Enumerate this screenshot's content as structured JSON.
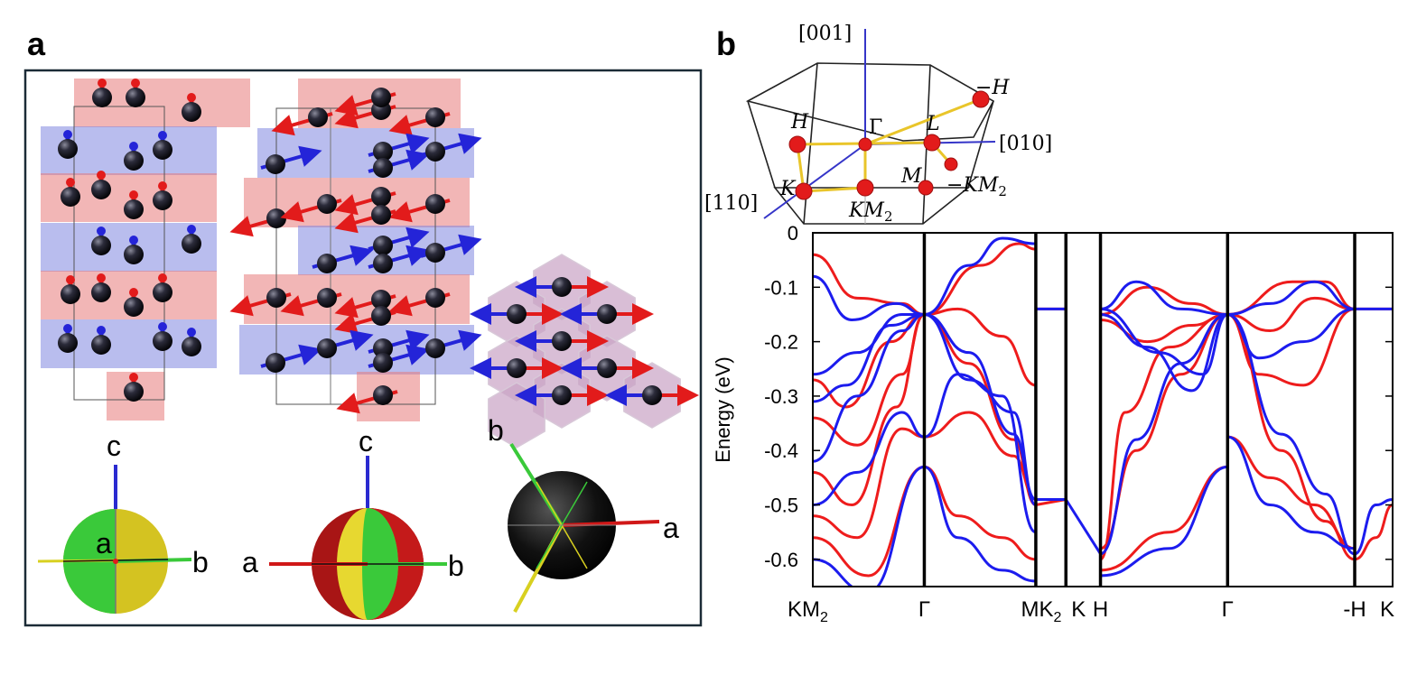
{
  "panel_a": {
    "letter": "a",
    "axes": {
      "sphere1": {
        "c": "c",
        "a": "a",
        "b": "b"
      },
      "sphere2": {
        "c": "c",
        "a": "a",
        "b": "b"
      },
      "sphere3": {
        "b": "b",
        "a": "a"
      }
    },
    "colors": {
      "up_layer": "#e87a7a",
      "down_layer": "#7f86e0",
      "frame": "#1b2b36"
    }
  },
  "panel_b": {
    "letter": "b",
    "bz_labels": {
      "dir001": "[001]",
      "dir010": "[010]",
      "dir110": "[110]",
      "H": "H",
      "minusH": "−H",
      "Gamma": "Γ",
      "L": "L",
      "M": "M",
      "K": "K",
      "KM2": "KM",
      "KM2_sub": "2",
      "minusKM2": "−KM",
      "minusKM2_sub": "2"
    }
  },
  "chart_data": {
    "type": "line",
    "ylabel": "Energy (eV)",
    "ylim": [
      -0.65,
      0
    ],
    "yticks": [
      "0",
      "-0.1",
      "-0.2",
      "-0.3",
      "-0.4",
      "-0.5",
      "-0.6"
    ],
    "ytick_values": [
      0,
      -0.1,
      -0.2,
      -0.3,
      -0.4,
      -0.5,
      -0.6
    ],
    "xticks": [
      {
        "label": "KM",
        "sub": "2",
        "pos": 0
      },
      {
        "label": "Γ",
        "sub": "",
        "pos": 1
      },
      {
        "label": "MK",
        "sub": "2",
        "pos": 2
      },
      {
        "label": "K",
        "sub": "",
        "pos": 2.27
      },
      {
        "label": "H",
        "sub": "",
        "pos": 2.58
      },
      {
        "label": "Γ",
        "sub": "",
        "pos": 3.72
      },
      {
        "label": "-H",
        "sub": "",
        "pos": 4.86
      },
      {
        "label": "K",
        "sub": "",
        "pos": 5.2
      }
    ],
    "segment_boundaries": [
      1,
      2,
      2.27,
      2.58,
      3.72,
      4.86
    ],
    "xlim": [
      0,
      5.2
    ],
    "series": [
      {
        "color": "#ee1c1c",
        "bands": [
          [
            [
              0,
              -0.27
            ],
            [
              0.3,
              -0.32
            ],
            [
              0.7,
              -0.2
            ],
            [
              1,
              -0.15
            ]
          ],
          [
            [
              0,
              -0.34
            ],
            [
              0.4,
              -0.39
            ],
            [
              0.8,
              -0.26
            ],
            [
              1,
              -0.15
            ]
          ],
          [
            [
              0,
              -0.44
            ],
            [
              0.35,
              -0.5
            ],
            [
              0.75,
              -0.32
            ],
            [
              1,
              -0.15
            ]
          ],
          [
            [
              0,
              -0.52
            ],
            [
              0.4,
              -0.56
            ],
            [
              0.8,
              -0.36
            ],
            [
              1,
              -0.375
            ]
          ],
          [
            [
              0,
              -0.56
            ],
            [
              0.5,
              -0.63
            ],
            [
              1,
              -0.43
            ]
          ],
          [
            [
              0,
              -0.04
            ],
            [
              0.4,
              -0.12
            ],
            [
              0.8,
              -0.13
            ],
            [
              1,
              -0.15
            ]
          ],
          [
            [
              1,
              -0.15
            ],
            [
              1.3,
              -0.14
            ],
            [
              1.7,
              -0.19
            ],
            [
              2,
              -0.28
            ]
          ],
          [
            [
              1,
              -0.15
            ],
            [
              1.4,
              -0.24
            ],
            [
              1.8,
              -0.38
            ],
            [
              2,
              -0.5
            ]
          ],
          [
            [
              1,
              -0.375
            ],
            [
              1.4,
              -0.33
            ],
            [
              1.8,
              -0.41
            ],
            [
              2,
              -0.49
            ]
          ],
          [
            [
              1,
              -0.15
            ],
            [
              1.5,
              -0.06
            ],
            [
              1.85,
              -0.02
            ],
            [
              2,
              -0.03
            ]
          ],
          [
            [
              1,
              -0.43
            ],
            [
              1.3,
              -0.52
            ],
            [
              1.7,
              -0.56
            ],
            [
              2,
              -0.6
            ]
          ],
          [
            [
              2,
              -0.5
            ],
            [
              2.27,
              -0.49
            ]
          ],
          [
            [
              2,
              -0.14
            ],
            [
              2.27,
              -0.14
            ]
          ],
          [
            [
              2.58,
              -0.6
            ],
            [
              2.8,
              -0.33
            ],
            [
              3.2,
              -0.21
            ],
            [
              3.72,
              -0.15
            ]
          ],
          [
            [
              2.58,
              -0.58
            ],
            [
              2.9,
              -0.4
            ],
            [
              3.3,
              -0.26
            ],
            [
              3.72,
              -0.15
            ]
          ],
          [
            [
              2.58,
              -0.16
            ],
            [
              3,
              -0.2
            ],
            [
              3.4,
              -0.17
            ],
            [
              3.72,
              -0.15
            ]
          ],
          [
            [
              2.58,
              -0.15
            ],
            [
              3,
              -0.1
            ],
            [
              3.4,
              -0.13
            ],
            [
              3.72,
              -0.15
            ]
          ],
          [
            [
              2.58,
              -0.62
            ],
            [
              3.2,
              -0.55
            ],
            [
              3.72,
              -0.43
            ]
          ],
          [
            [
              3.72,
              -0.15
            ],
            [
              4.1,
              -0.18
            ],
            [
              4.5,
              -0.12
            ],
            [
              4.86,
              -0.14
            ]
          ],
          [
            [
              3.72,
              -0.15
            ],
            [
              4.0,
              -0.26
            ],
            [
              4.4,
              -0.28
            ],
            [
              4.86,
              -0.14
            ]
          ],
          [
            [
              3.72,
              -0.15
            ],
            [
              4.3,
              -0.09
            ],
            [
              4.6,
              -0.09
            ],
            [
              4.86,
              -0.14
            ]
          ],
          [
            [
              3.72,
              -0.375
            ],
            [
              4.1,
              -0.45
            ],
            [
              4.5,
              -0.5
            ],
            [
              4.86,
              -0.58
            ]
          ],
          [
            [
              3.72,
              -0.15
            ],
            [
              4.2,
              -0.4
            ],
            [
              4.6,
              -0.53
            ],
            [
              4.86,
              -0.6
            ]
          ],
          [
            [
              4.86,
              -0.6
            ],
            [
              5.05,
              -0.56
            ],
            [
              5.2,
              -0.5
            ]
          ],
          [
            [
              4.86,
              -0.14
            ],
            [
              5.2,
              -0.14
            ]
          ]
        ]
      },
      {
        "color": "#1c1cee",
        "bands": [
          [
            [
              0,
              -0.26
            ],
            [
              0.4,
              -0.22
            ],
            [
              0.8,
              -0.15
            ],
            [
              1,
              -0.15
            ]
          ],
          [
            [
              0,
              -0.31
            ],
            [
              0.3,
              -0.28
            ],
            [
              0.7,
              -0.17
            ],
            [
              1,
              -0.15
            ]
          ],
          [
            [
              0,
              -0.42
            ],
            [
              0.4,
              -0.3
            ],
            [
              0.8,
              -0.18
            ],
            [
              1,
              -0.15
            ]
          ],
          [
            [
              0,
              -0.5
            ],
            [
              0.4,
              -0.44
            ],
            [
              0.8,
              -0.33
            ],
            [
              1,
              -0.375
            ]
          ],
          [
            [
              0,
              -0.08
            ],
            [
              0.35,
              -0.16
            ],
            [
              0.75,
              -0.13
            ],
            [
              1,
              -0.15
            ]
          ],
          [
            [
              0,
              -0.6
            ],
            [
              0.5,
              -0.66
            ],
            [
              1,
              -0.43
            ]
          ],
          [
            [
              1,
              -0.15
            ],
            [
              1.4,
              -0.06
            ],
            [
              1.7,
              -0.01
            ],
            [
              2,
              -0.02
            ]
          ],
          [
            [
              1,
              -0.15
            ],
            [
              1.4,
              -0.27
            ],
            [
              1.8,
              -0.33
            ],
            [
              2,
              -0.5
            ]
          ],
          [
            [
              1,
              -0.375
            ],
            [
              1.3,
              -0.26
            ],
            [
              1.7,
              -0.3
            ],
            [
              2,
              -0.55
            ]
          ],
          [
            [
              1,
              -0.15
            ],
            [
              1.4,
              -0.22
            ],
            [
              1.8,
              -0.37
            ],
            [
              2,
              -0.49
            ]
          ],
          [
            [
              1,
              -0.43
            ],
            [
              1.3,
              -0.56
            ],
            [
              1.7,
              -0.62
            ],
            [
              2,
              -0.64
            ]
          ],
          [
            [
              2,
              -0.49
            ],
            [
              2.27,
              -0.49
            ]
          ],
          [
            [
              2,
              -0.14
            ],
            [
              2.27,
              -0.14
            ]
          ],
          [
            [
              2.27,
              -0.49
            ],
            [
              2.58,
              -0.59
            ]
          ],
          [
            [
              2.58,
              -0.59
            ],
            [
              2.9,
              -0.38
            ],
            [
              3.3,
              -0.24
            ],
            [
              3.72,
              -0.15
            ]
          ],
          [
            [
              2.58,
              -0.14
            ],
            [
              2.9,
              -0.09
            ],
            [
              3.3,
              -0.14
            ],
            [
              3.72,
              -0.15
            ]
          ],
          [
            [
              2.58,
              -0.15
            ],
            [
              3.0,
              -0.21
            ],
            [
              3.4,
              -0.29
            ],
            [
              3.72,
              -0.15
            ]
          ],
          [
            [
              2.58,
              -0.14
            ],
            [
              3.1,
              -0.22
            ],
            [
              3.5,
              -0.26
            ],
            [
              3.72,
              -0.15
            ]
          ],
          [
            [
              2.58,
              -0.63
            ],
            [
              3.2,
              -0.58
            ],
            [
              3.72,
              -0.43
            ]
          ],
          [
            [
              3.72,
              -0.15
            ],
            [
              4.1,
              -0.13
            ],
            [
              4.5,
              -0.09
            ],
            [
              4.86,
              -0.14
            ]
          ],
          [
            [
              3.72,
              -0.15
            ],
            [
              4.0,
              -0.23
            ],
            [
              4.4,
              -0.2
            ],
            [
              4.86,
              -0.14
            ]
          ],
          [
            [
              3.72,
              -0.375
            ],
            [
              4.1,
              -0.5
            ],
            [
              4.5,
              -0.55
            ],
            [
              4.86,
              -0.58
            ]
          ],
          [
            [
              3.72,
              -0.15
            ],
            [
              4.2,
              -0.37
            ],
            [
              4.6,
              -0.48
            ],
            [
              4.86,
              -0.59
            ]
          ],
          [
            [
              4.86,
              -0.59
            ],
            [
              5.05,
              -0.5
            ],
            [
              5.2,
              -0.49
            ]
          ],
          [
            [
              4.86,
              -0.14
            ],
            [
              5.2,
              -0.14
            ]
          ]
        ]
      }
    ]
  }
}
